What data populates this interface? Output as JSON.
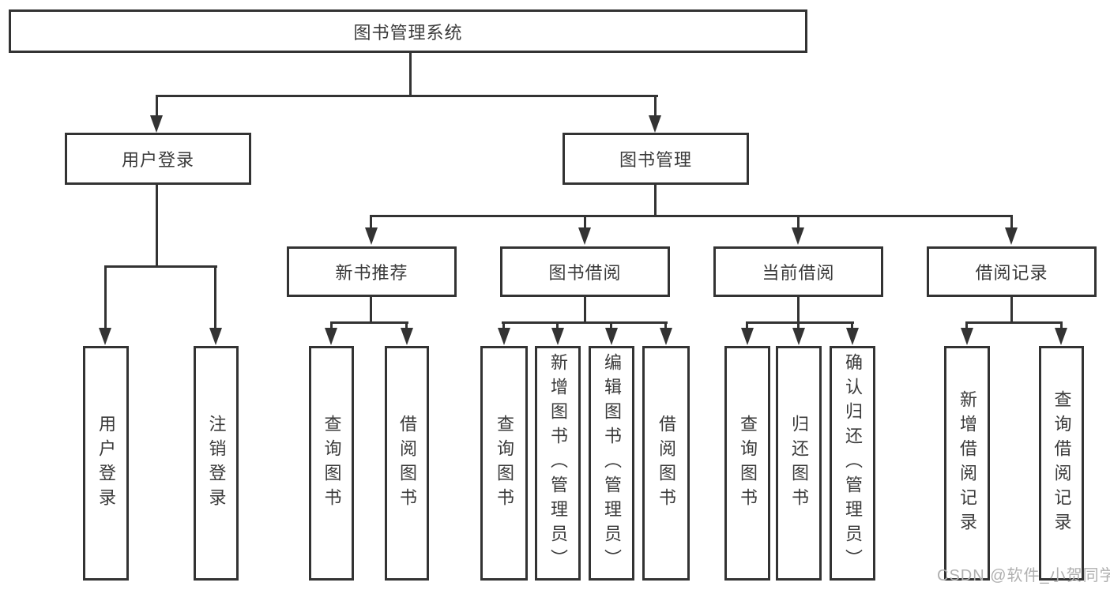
{
  "tree": {
    "root": {
      "label": "图书管理系统"
    },
    "branches": [
      {
        "label": "用户登录",
        "children": [
          {
            "label": "用户登录"
          },
          {
            "label": "注销登录"
          }
        ]
      },
      {
        "label": "图书管理",
        "children": [
          {
            "label": "新书推荐",
            "children": [
              {
                "label": "查询图书"
              },
              {
                "label": "借阅图书"
              }
            ]
          },
          {
            "label": "图书借阅",
            "children": [
              {
                "label": "查询图书"
              },
              {
                "label": "新增图书（管理员）"
              },
              {
                "label": "编辑图书（管理员）"
              },
              {
                "label": "借阅图书"
              }
            ]
          },
          {
            "label": "当前借阅",
            "children": [
              {
                "label": "查询图书"
              },
              {
                "label": "归还图书"
              },
              {
                "label": "确认归还（管理员）"
              }
            ]
          },
          {
            "label": "借阅记录",
            "children": [
              {
                "label": "新增借阅记录"
              },
              {
                "label": "查询借阅记录"
              }
            ]
          }
        ]
      }
    ]
  },
  "watermark": "CSDN @软件_小贺同学",
  "colors": {
    "line": "#333333",
    "text": "#3a3a3a",
    "watermark": "#b0b0b0",
    "background": "#ffffff"
  }
}
